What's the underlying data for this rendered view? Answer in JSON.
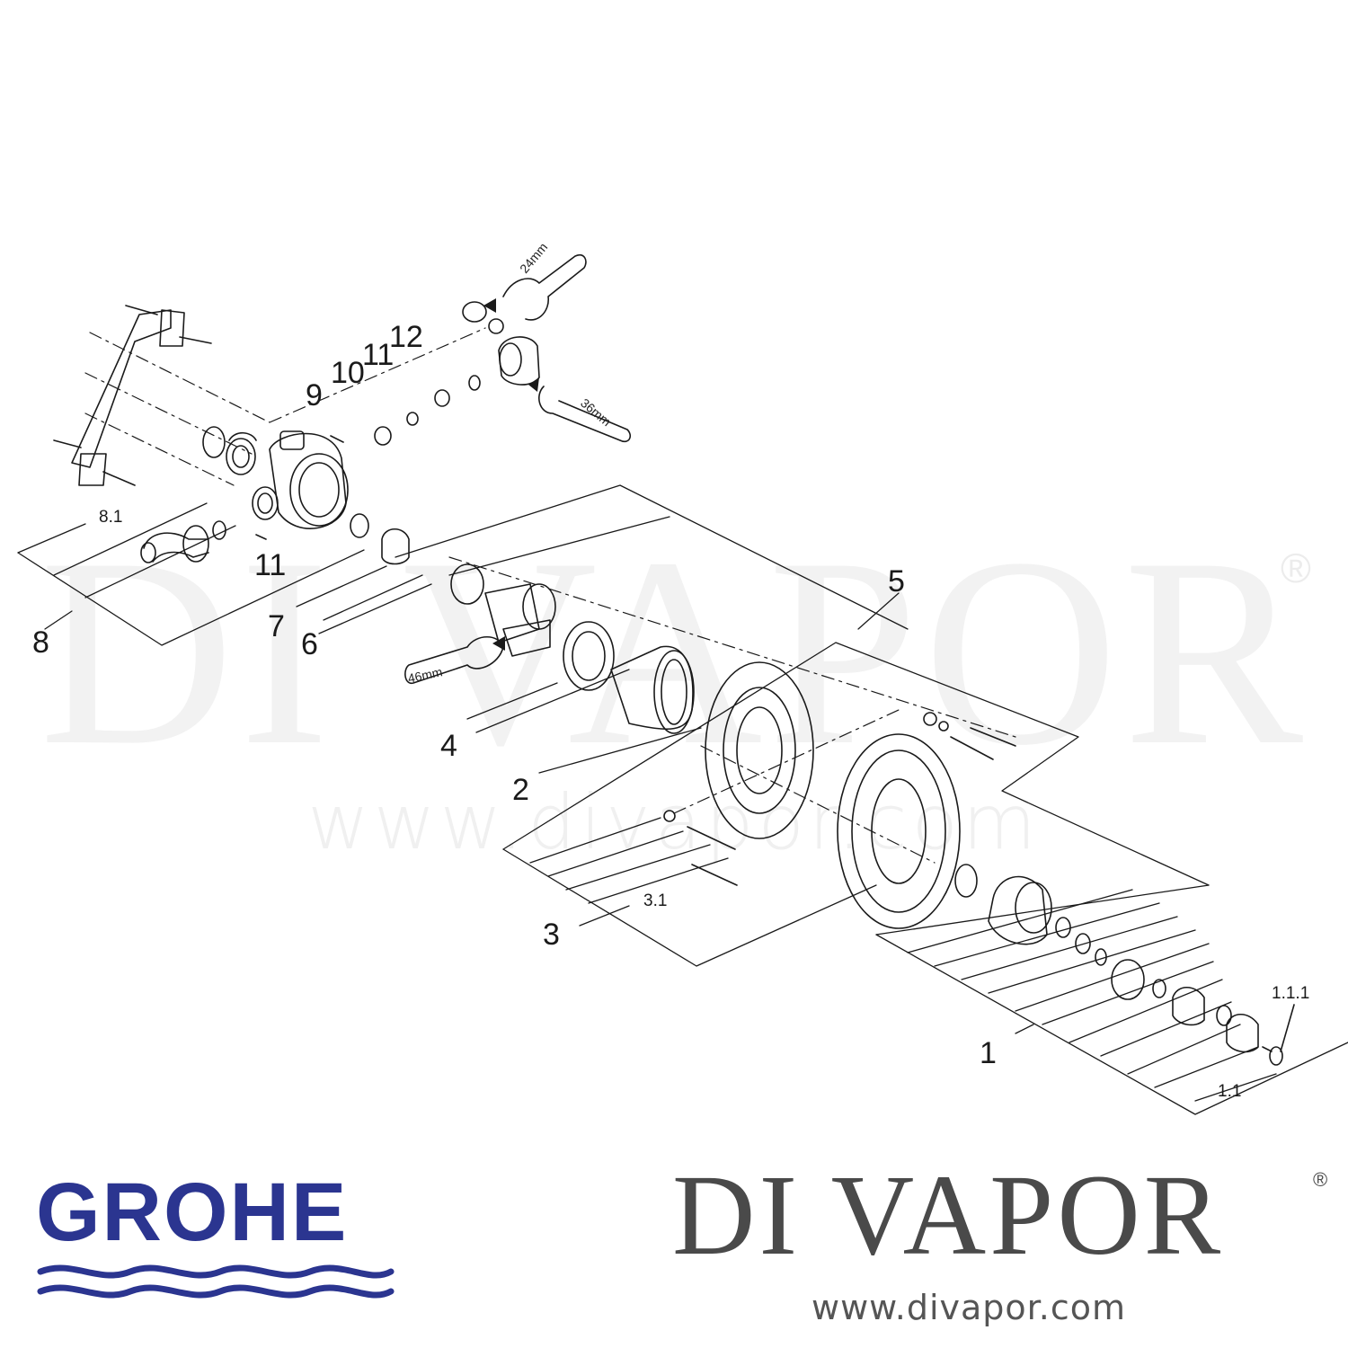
{
  "watermark": {
    "brand": "DI VAPOR",
    "registered": "®",
    "url": "www.divapor.com"
  },
  "diagram": {
    "callouts": [
      "1",
      "1.1",
      "1.1.1",
      "2",
      "3",
      "3.1",
      "4",
      "5",
      "6",
      "7",
      "8",
      "8.1",
      "9",
      "10",
      "11",
      "11",
      "12"
    ],
    "tool_sizes": [
      "24mm",
      "36mm",
      "46mm"
    ]
  },
  "footer": {
    "left_brand": "GROHE",
    "right_brand": "DI VAPOR",
    "right_registered": "®",
    "right_url": "www.divapor.com"
  },
  "colors": {
    "grohe_blue": "#2b3590",
    "divapor_grey": "#4a4a4a",
    "line": "#1a1a1a"
  }
}
